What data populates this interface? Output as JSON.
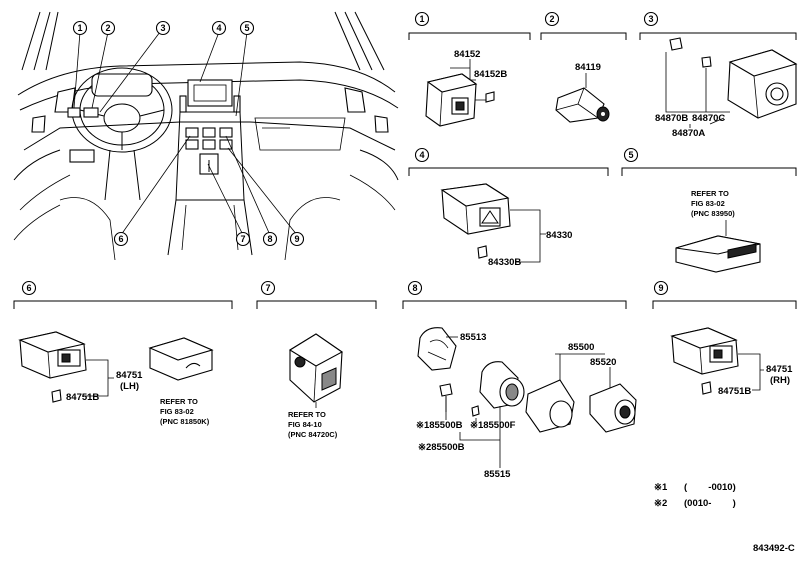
{
  "header_callouts": [
    "1",
    "2",
    "3",
    "4",
    "5",
    "6",
    "7",
    "8",
    "9"
  ],
  "overview_callouts": [
    "1",
    "2",
    "3",
    "4",
    "5",
    "6",
    "7",
    "8",
    "9"
  ],
  "parts": {
    "p84152": "84152",
    "p84152B": "84152B",
    "p84119": "84119",
    "p84870B": "84870B",
    "p84870C": "84870C",
    "p84870A": "84870A",
    "p84330": "84330",
    "p84330B": "84330B",
    "p84751_lh": "84751",
    "lh": "(LH)",
    "p84751B_lh": "84751B",
    "p85513": "85513",
    "p85500": "85500",
    "p85520": "85520",
    "p185500B": "※185500B",
    "p185500F": "※185500F",
    "p285500B": "※285500B",
    "p85515": "85515",
    "p84751_rh": "84751",
    "rh": "(RH)",
    "p84751B_rh": "84751B"
  },
  "notes": {
    "n5": [
      "REFER TO",
      "FIG 83-02",
      "(PNC 83950)"
    ],
    "n6": [
      "REFER TO",
      "FIG 83-02",
      "(PNC 81850K)"
    ],
    "n7": [
      "REFER TO",
      "FIG 84-10",
      "(PNC 84720C)"
    ]
  },
  "legend": {
    "l1_mark": "※1",
    "l1_val": "(        -0010)",
    "l2_mark": "※2",
    "l2_val": "(0010-        )"
  },
  "drawing_id": "843492-C"
}
